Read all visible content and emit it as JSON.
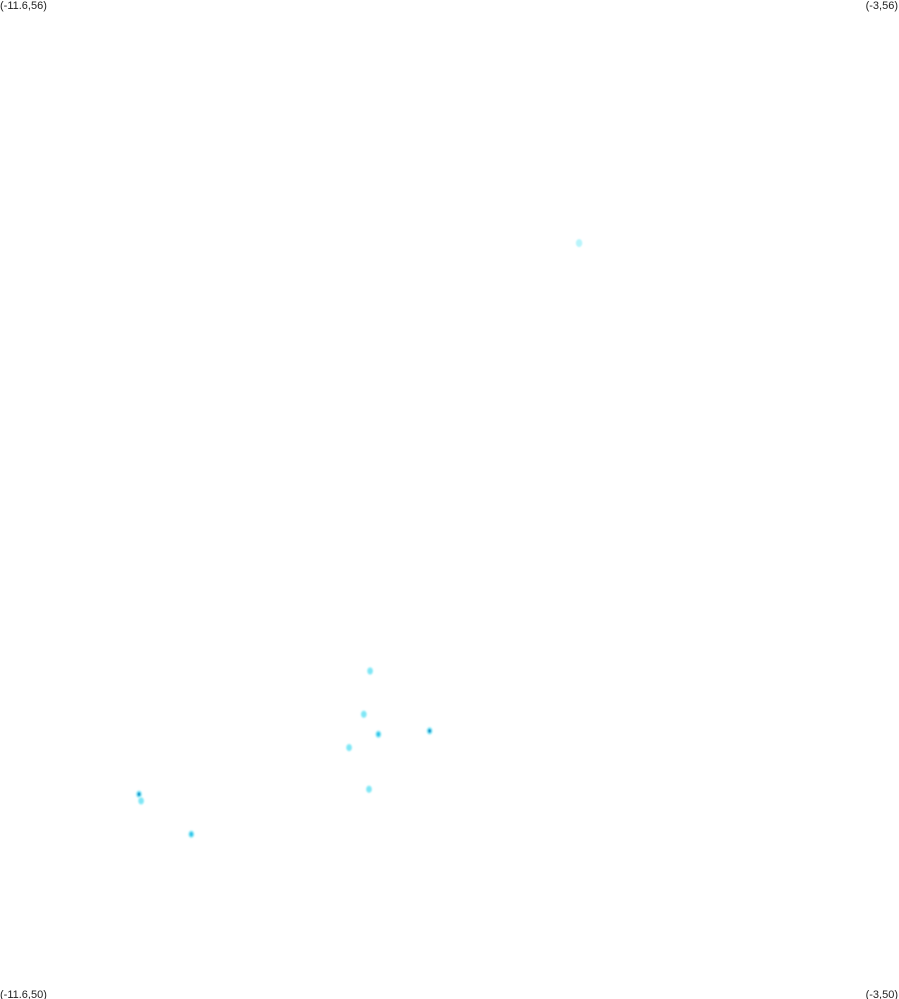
{
  "map": {
    "corners": {
      "top_left": "(-11.6,56)",
      "top_right": "(-3,56)",
      "bottom_left": "(-11.6,50)",
      "bottom_right": "(-3,50)"
    },
    "extent": {
      "lon_min": -11.6,
      "lon_max": -3,
      "lat_min": 50,
      "lat_max": 56
    },
    "colors": {
      "faint": "#b8f4fb",
      "light": "#7fe6f5",
      "medium": "#2fc6ea",
      "dark": "#0a8fc9"
    },
    "hotspots": [
      {
        "lon": -6.06,
        "lat": 54.54,
        "intensity": 0.25
      },
      {
        "lon": -8.07,
        "lat": 51.26,
        "intensity": 0.35
      },
      {
        "lon": -7.98,
        "lat": 51.59,
        "intensity": 0.55
      },
      {
        "lon": -8.06,
        "lat": 51.97,
        "intensity": 0.4
      },
      {
        "lon": -8.12,
        "lat": 51.71,
        "intensity": 0.35
      },
      {
        "lon": -8.26,
        "lat": 51.51,
        "intensity": 0.35
      },
      {
        "lon": -7.49,
        "lat": 51.61,
        "intensity": 0.95
      },
      {
        "lon": -10.27,
        "lat": 51.23,
        "intensity": 0.9
      },
      {
        "lon": -10.25,
        "lat": 51.19,
        "intensity": 0.35
      },
      {
        "lon": -9.77,
        "lat": 50.99,
        "intensity": 0.5
      }
    ]
  }
}
